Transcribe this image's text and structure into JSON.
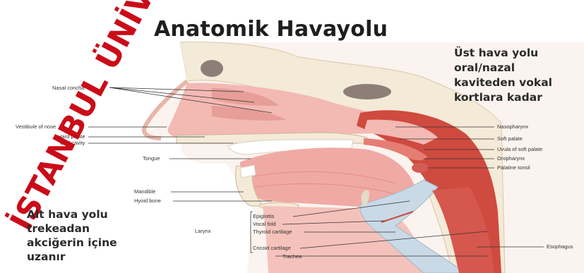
{
  "slide": {
    "title": "Anatomik Havayolu",
    "note_upper": [
      "Üst hava yolu",
      "oral/nazal",
      "kaviteden vokal",
      "kortlara kadar"
    ],
    "note_lower": [
      "Alt hava yolu",
      "trekeadan",
      "akciğerin içine",
      "uzanır"
    ]
  },
  "diagram": {
    "labels_left": {
      "nasal_concha": "Nasal concha",
      "vestibule": "Vestibule of nose",
      "hard_palate": "Hard palate",
      "oral_cavity": "Oral cavity",
      "tongue": "Tongue",
      "mandible": "Mandible",
      "hyoid": "Hyoid bone",
      "larynx": "Larynx"
    },
    "labels_larynx": {
      "epiglottis": "Epiglottis",
      "vocal_fold": "Vocal fold",
      "thyroid": "Thyroid cartilage",
      "cricoid": "Cricoid cartilage",
      "trachea": "Trachea"
    },
    "labels_right": {
      "nasopharynx": "Nasopharynx",
      "soft_palate": "Soft palate",
      "uvula": "Uvula of soft palate",
      "oropharynx": "Oropharynx",
      "palatine_tonsil": "Palatine tonsil",
      "esophagus": "Esophagus"
    },
    "colors": {
      "tissue": "#f0aaa5",
      "muscle": "#cf4a3f",
      "bone": "#f4ead8",
      "cartilage": "#c9d9e6",
      "line": "#333333",
      "watermark": "#c8000c"
    }
  },
  "watermark": {
    "text": "İSTANBUL ÜNİVERSİTESİ"
  }
}
